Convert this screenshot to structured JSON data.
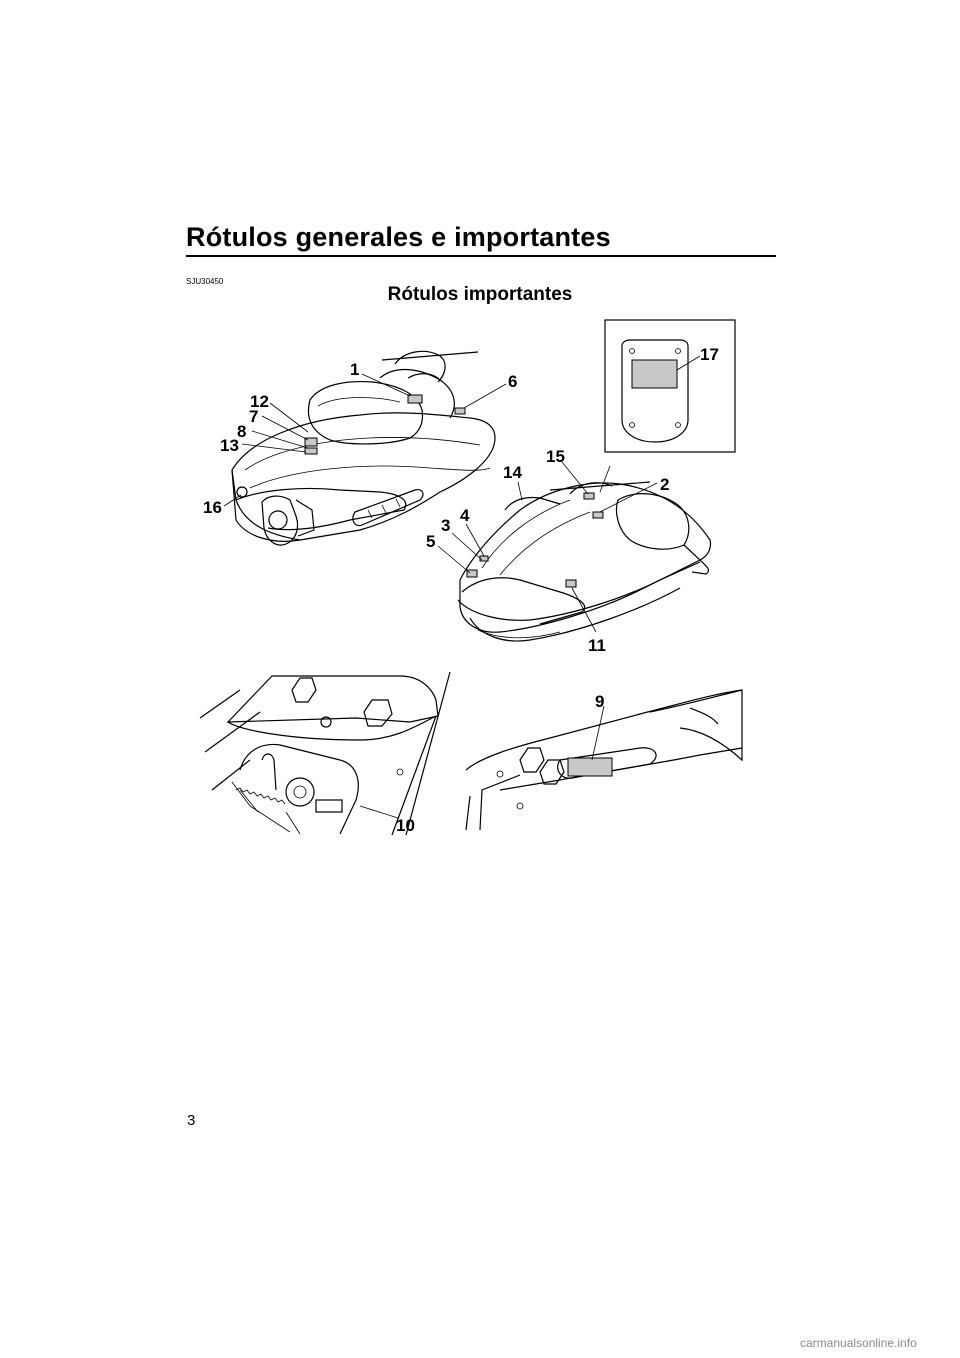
{
  "page": {
    "title": "Rótulos generales e importantes",
    "doc_code": "SJU30450",
    "section_heading": "Rótulos importantes",
    "page_number": "3",
    "watermark": "carmanualsonline.info"
  },
  "callouts": {
    "c1": "1",
    "c2": "2",
    "c3": "3",
    "c4": "4",
    "c5": "5",
    "c6": "6",
    "c7": "7",
    "c8": "8",
    "c9": "9",
    "c10": "10",
    "c11": "11",
    "c12": "12",
    "c13": "13",
    "c14": "14",
    "c15": "15",
    "c16": "16",
    "c17": "17"
  },
  "colors": {
    "label_fill": "#c8c8c8",
    "ink": "#000000"
  }
}
